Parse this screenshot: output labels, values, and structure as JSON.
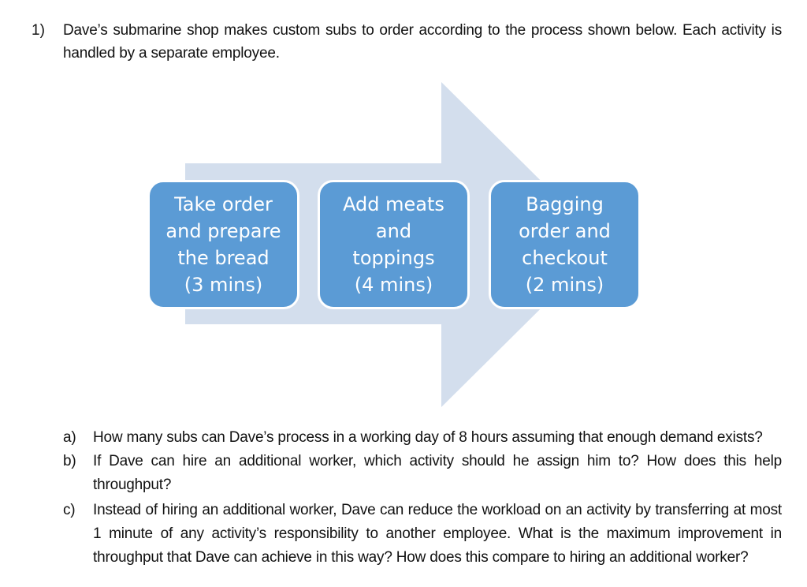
{
  "question": {
    "number": "1)",
    "intro": "Dave’s submarine shop makes custom subs to order according to the process shown below. Each activity is handled by a separate employee."
  },
  "diagram": {
    "colors": {
      "arrow": "#d3deed",
      "box": "#5b9bd5",
      "box_border": "#ffffff",
      "box_text": "#ffffff"
    },
    "steps": [
      {
        "lines": [
          "Take order",
          "and prepare",
          "the bread",
          "(3 mins)"
        ]
      },
      {
        "lines": [
          "Add meats",
          "and",
          "toppings",
          "(4 mins)"
        ]
      },
      {
        "lines": [
          "Bagging",
          "order and",
          "checkout",
          "(2 mins)"
        ]
      }
    ]
  },
  "subquestions": [
    {
      "label": "a)",
      "text": "How many subs can Dave’s process in a working day of 8 hours assuming that enough demand exists?"
    },
    {
      "label": "b)",
      "text": "If Dave can hire an additional worker, which activity should he assign him to? How does this help throughput?"
    },
    {
      "label": "c)",
      "text": "Instead of hiring an additional worker, Dave can reduce the workload on an activity by transferring at most 1 minute of any activity’s responsibility to another employee. What is the maximum improvement in throughput that Dave can achieve in this way? How does this compare to hiring an additional worker?"
    }
  ]
}
